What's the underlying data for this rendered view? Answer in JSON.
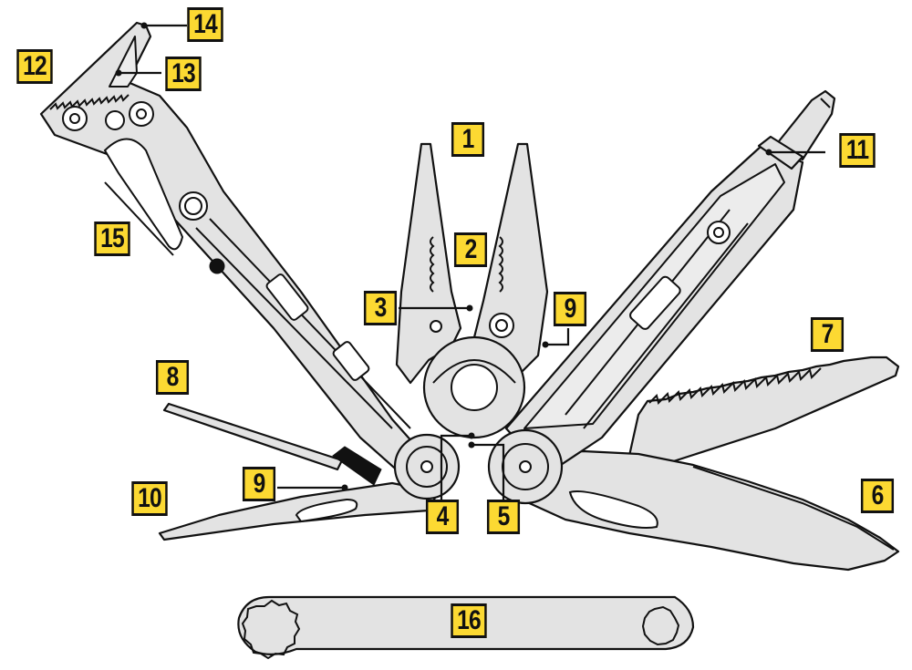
{
  "diagram": {
    "subject": "multi-tool exploded view",
    "colors": {
      "callout_fill": "#fcd932",
      "callout_border": "#111111",
      "tool_fill": "#e3e3e3",
      "outline": "#111111",
      "background": "#ffffff"
    },
    "callouts": [
      {
        "id": "1",
        "label": "1"
      },
      {
        "id": "2",
        "label": "2"
      },
      {
        "id": "3",
        "label": "3"
      },
      {
        "id": "4",
        "label": "4"
      },
      {
        "id": "5",
        "label": "5"
      },
      {
        "id": "6",
        "label": "6"
      },
      {
        "id": "7",
        "label": "7"
      },
      {
        "id": "8",
        "label": "8"
      },
      {
        "id": "9a",
        "label": "9"
      },
      {
        "id": "9b",
        "label": "9"
      },
      {
        "id": "10",
        "label": "10"
      },
      {
        "id": "11",
        "label": "11"
      },
      {
        "id": "12",
        "label": "12"
      },
      {
        "id": "13",
        "label": "13"
      },
      {
        "id": "14",
        "label": "14"
      },
      {
        "id": "15",
        "label": "15"
      },
      {
        "id": "16",
        "label": "16"
      }
    ]
  }
}
